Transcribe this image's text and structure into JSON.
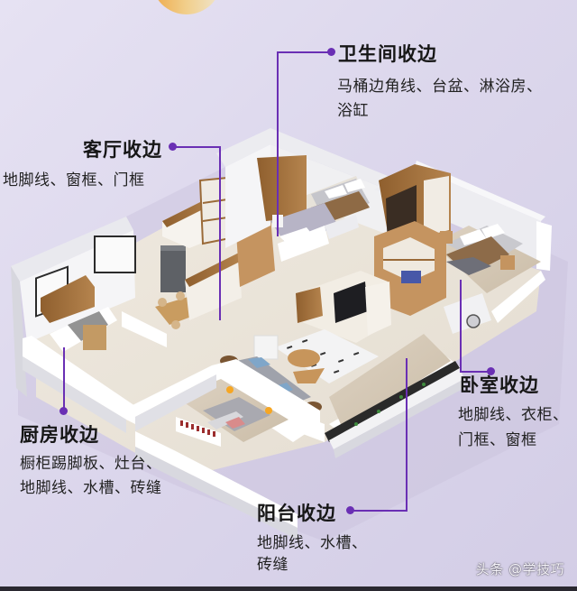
{
  "annotations": {
    "bathroom": {
      "title": "卫生间收边",
      "desc_line1": "马桶边角线、台盆、淋浴房、",
      "desc_line2": "浴缸"
    },
    "living_room": {
      "title": "客厅收边",
      "desc": "地脚线、窗框、门框"
    },
    "kitchen": {
      "title": "厨房收边",
      "desc_line1": "橱柜踢脚板、灶台、",
      "desc_line2": "地脚线、水槽、砖缝"
    },
    "bedroom": {
      "title": "卧室收边",
      "desc_line1": "地脚线、衣柜、",
      "desc_line2": "门框、窗框"
    },
    "balcony": {
      "title": "阳台收边",
      "desc_line1": "地脚线、水槽、",
      "desc_line2": "砖缝"
    }
  },
  "watermark": "头条 @学技巧",
  "colors": {
    "accent": "#6a2fb4",
    "background": "#dcd7ec",
    "wood": "#a9773f",
    "wall": "#f2f2f4"
  }
}
